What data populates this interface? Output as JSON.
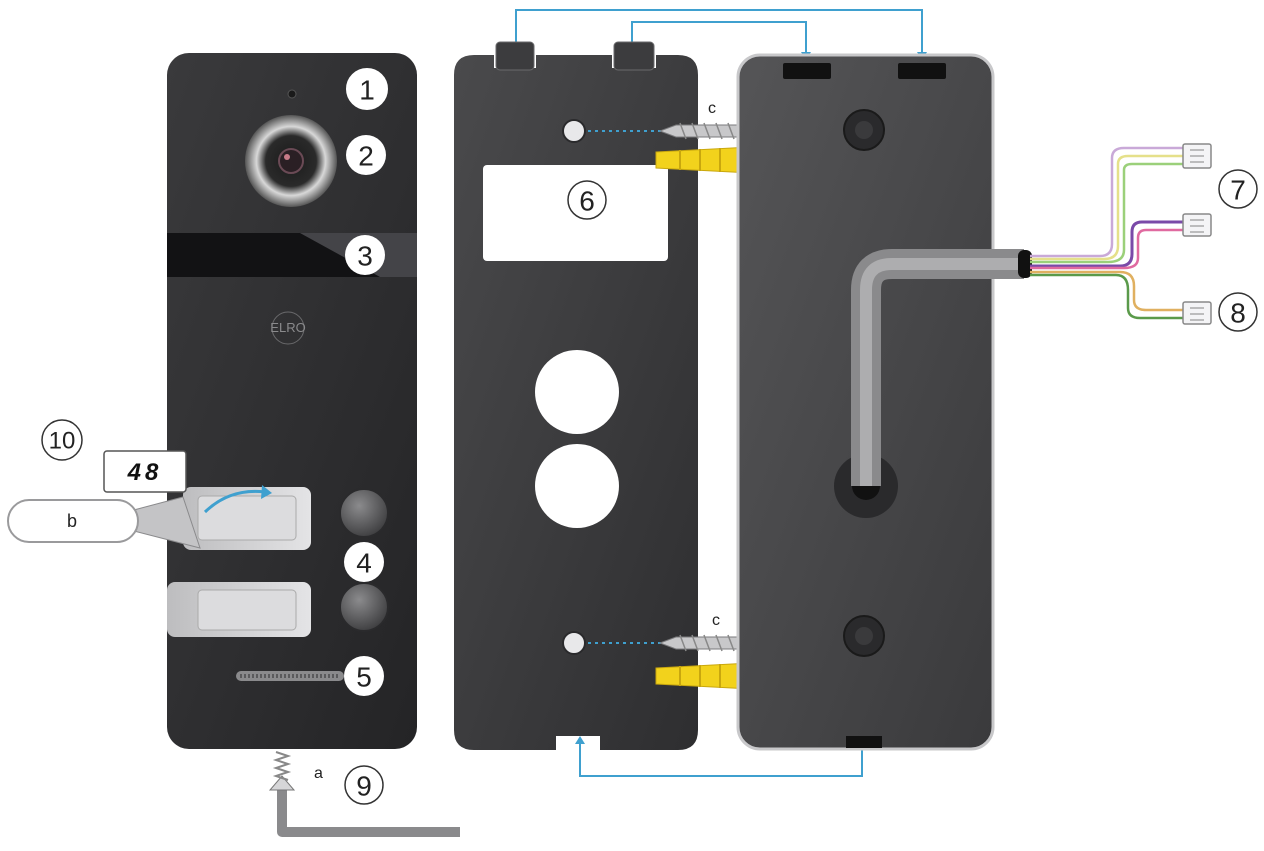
{
  "callouts": {
    "n1": "1",
    "n2": "2",
    "n3": "3",
    "n4": "4",
    "n5": "5",
    "n6": "6",
    "n7": "7",
    "n8": "8",
    "n9": "9",
    "n10": "10"
  },
  "letters": {
    "a": "a",
    "b": "b",
    "c_top": "c",
    "c_bottom": "c"
  },
  "brand": {
    "logo_text": "ELRO"
  },
  "name_tag": {
    "number": "48"
  },
  "colors": {
    "panel": "#2f2f31",
    "plate": "#3c3c3e",
    "connector_line": "#3fa0cf",
    "anchor": "#f2d21c",
    "screw": "#b9b9bb"
  }
}
